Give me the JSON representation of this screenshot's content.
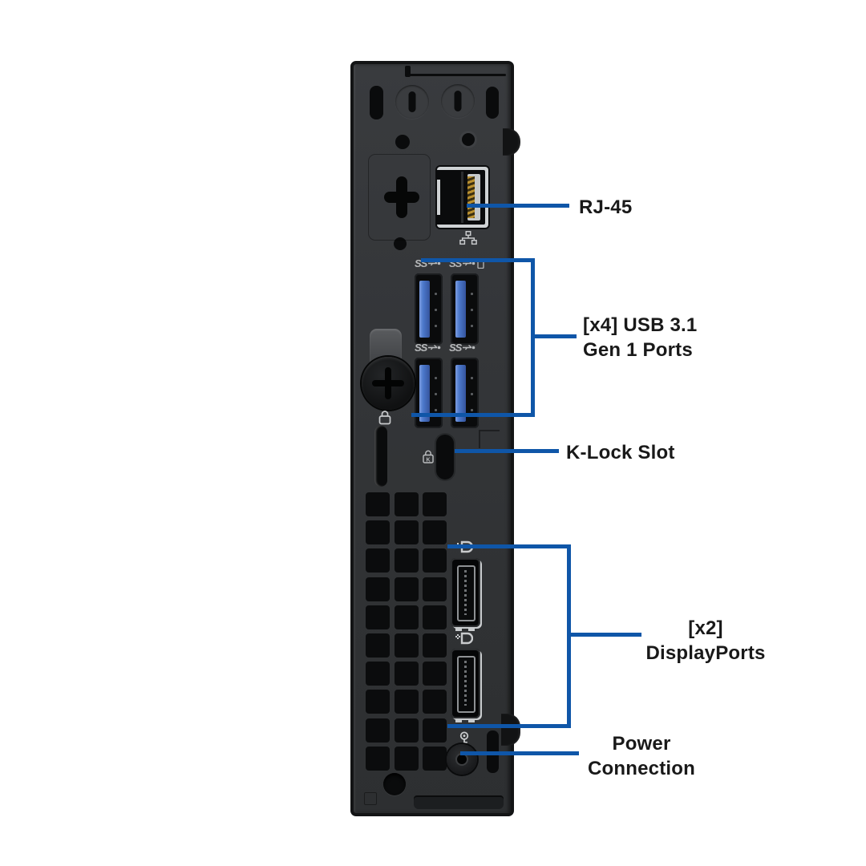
{
  "colors": {
    "accent_blue": "#0F56A8",
    "chassis_gray": "#333639",
    "port_black": "#0A0B0C",
    "usb_tab_blue": "#4C79CC",
    "metal_silver": "#CFD2D4",
    "label_text": "#191919",
    "background": "#FFFFFF"
  },
  "device": {
    "name": "Mini PC rear panel",
    "ss_marking": "SS"
  },
  "callouts": [
    {
      "id": "rj45",
      "label": "RJ-45"
    },
    {
      "id": "usb",
      "line1": "[x4] USB 3.1",
      "line2": "Gen 1 Ports"
    },
    {
      "id": "k_lock",
      "label": "K-Lock Slot"
    },
    {
      "id": "displayport",
      "line1": "[x2]",
      "line2": "DisplayPorts"
    },
    {
      "id": "power",
      "line1": "Power",
      "line2": "Connection"
    }
  ]
}
